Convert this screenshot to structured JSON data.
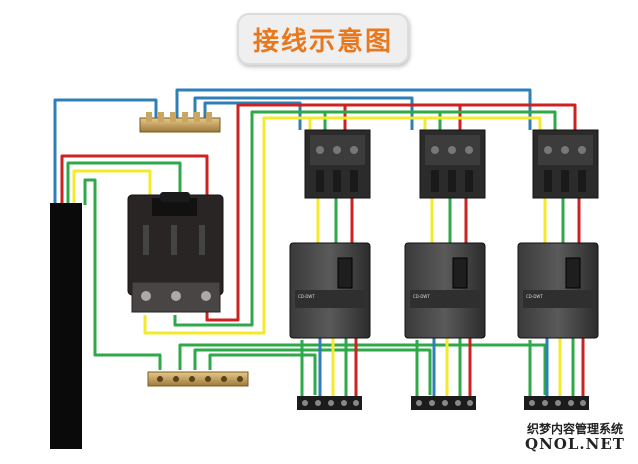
{
  "title": "接线示意图",
  "watermark": {
    "cn": "织梦内容管理系统",
    "en": "QNOL.NET"
  },
  "breaker_label": "CD-DWT",
  "colors": {
    "blue": "#2e7fb8",
    "yellow": "#f3ea2a",
    "green": "#2fa84a",
    "red": "#cc2222",
    "title": "#e8781e"
  }
}
